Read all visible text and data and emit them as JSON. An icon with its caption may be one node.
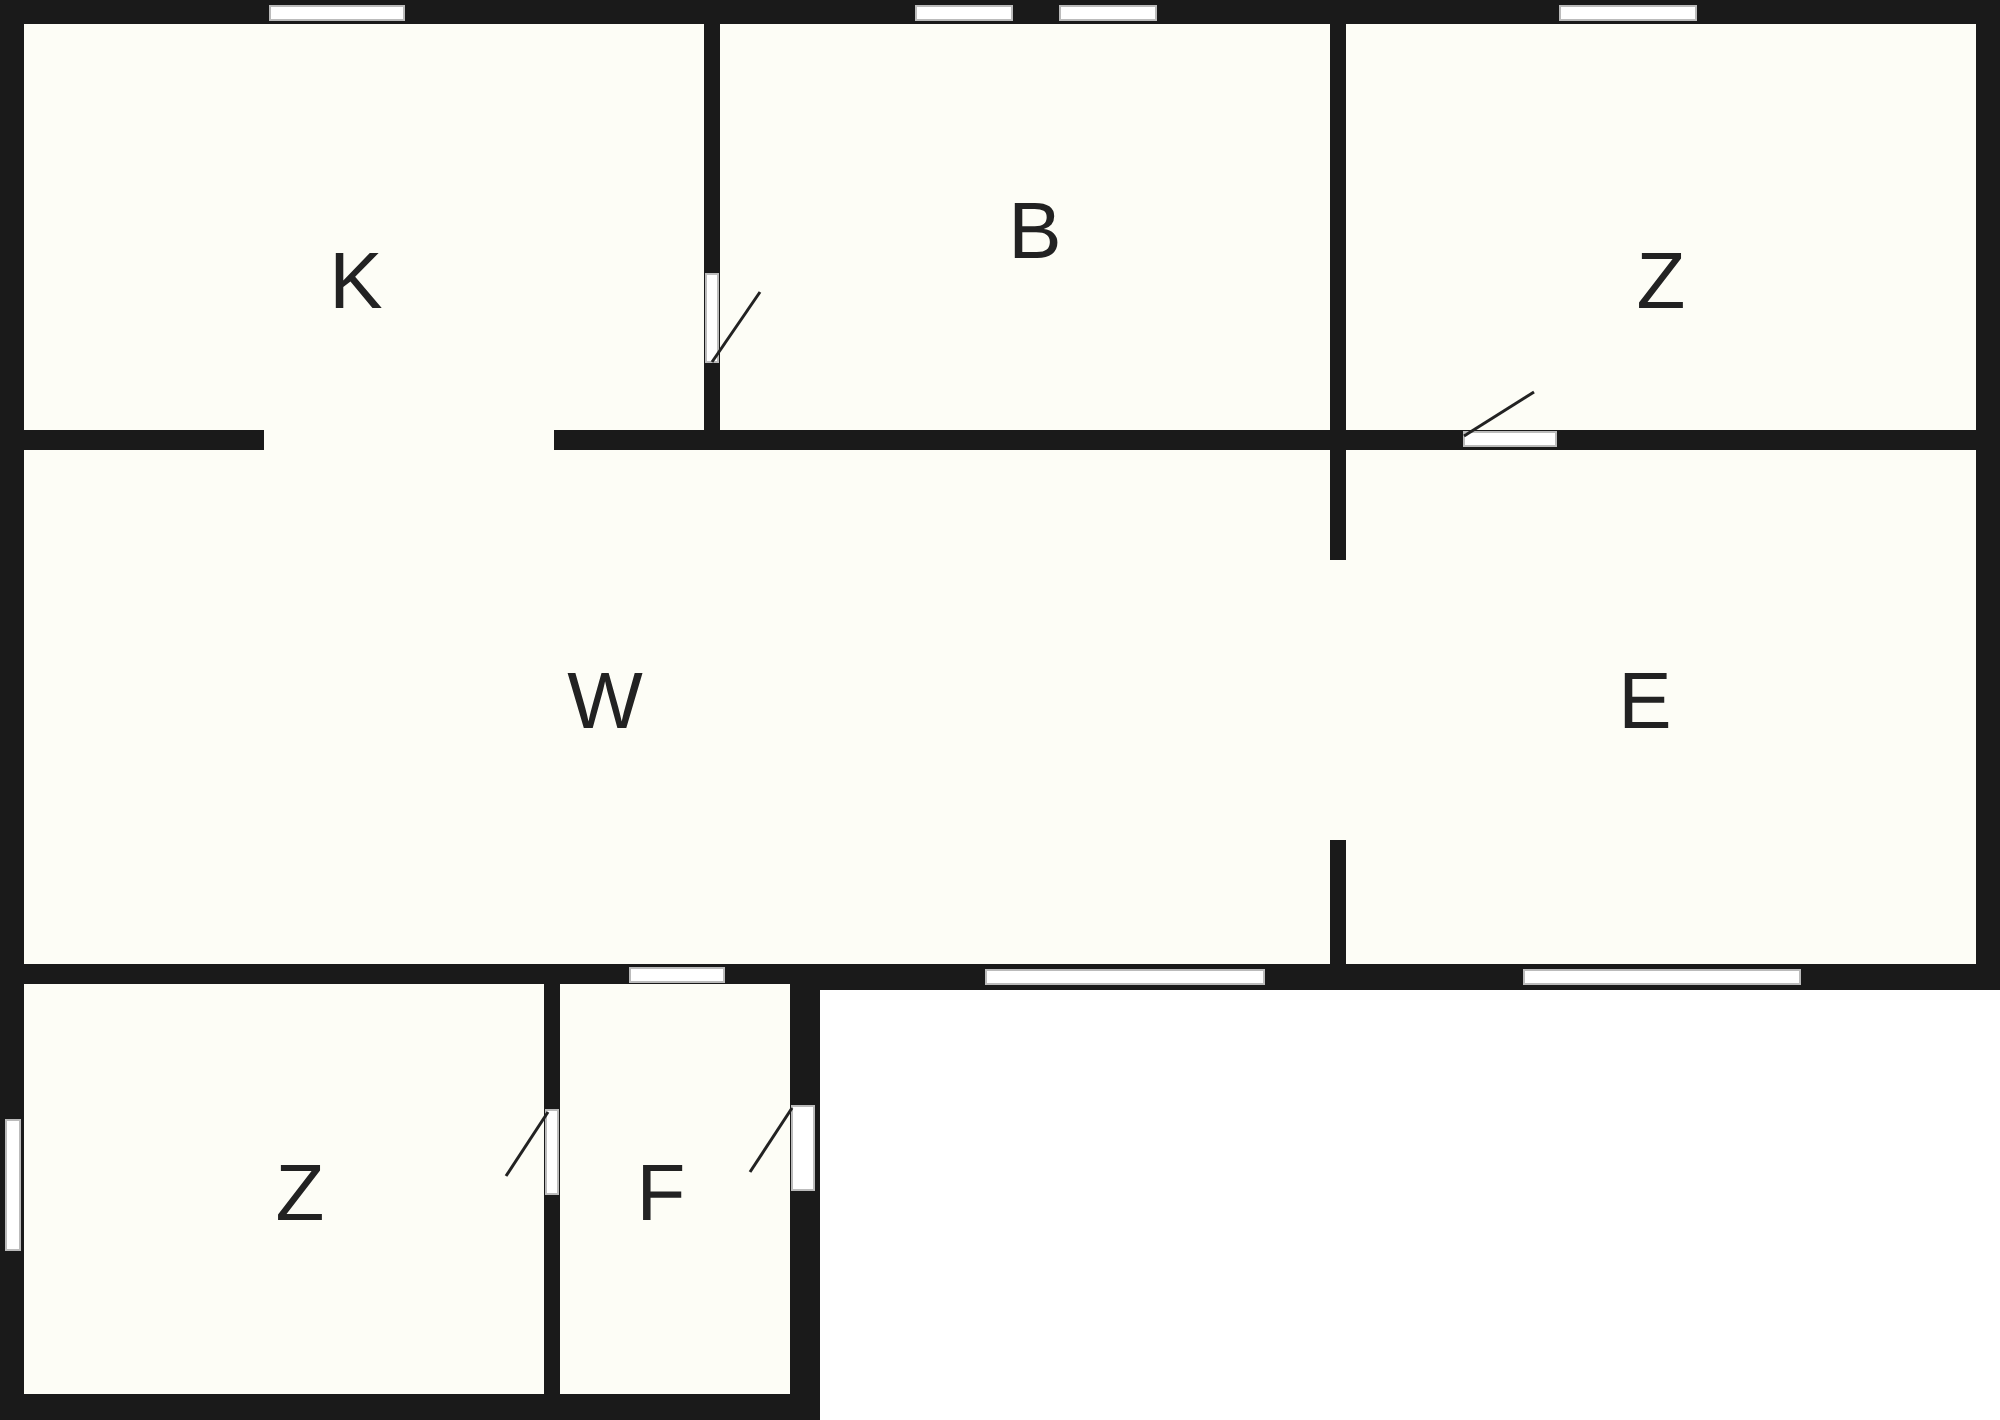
{
  "diagram": {
    "nodes": [
      {
        "text": [
          "K"
        ]
      },
      {
        "text": [
          "B"
        ]
      },
      {
        "text": [
          "Z"
        ]
      },
      {
        "text": [
          "W"
        ]
      },
      {
        "text": [
          "E"
        ]
      },
      {
        "text": [
          "Z"
        ]
      },
      {
        "text": [
          "F"
        ]
      }
    ]
  }
}
